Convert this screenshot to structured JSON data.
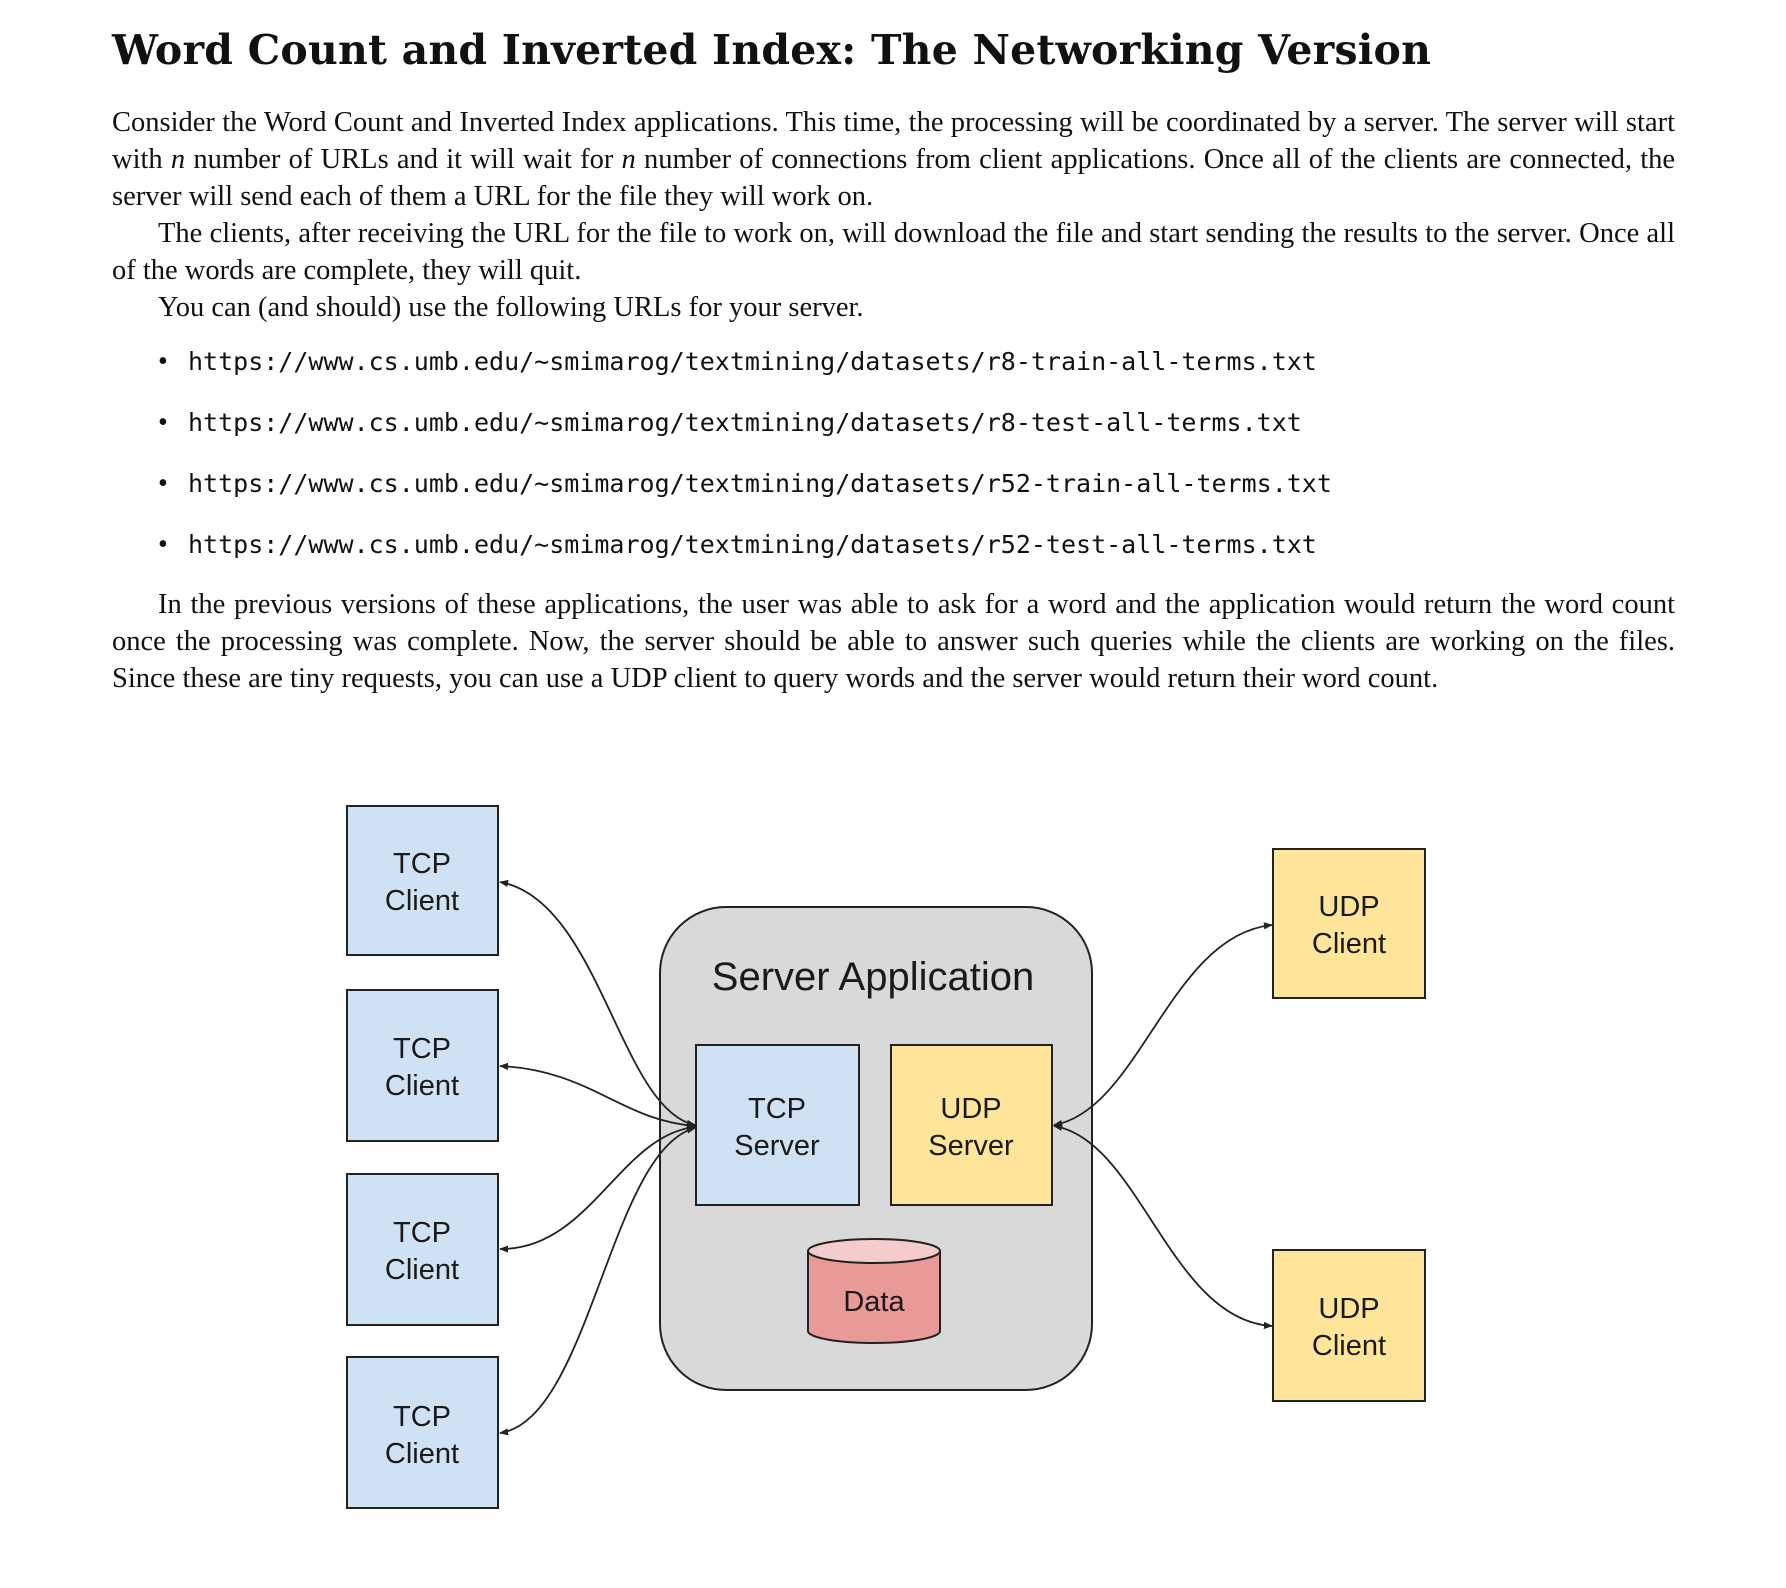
{
  "title": "Word Count and Inverted Index: The Networking Version",
  "paragraphs": {
    "p1_a": "Consider the Word Count and Inverted Index applications. This time, the processing will be coordinated by a server. The server will start with ",
    "p1_n1": "n",
    "p1_b": " number of URLs and it will wait for ",
    "p1_n2": "n",
    "p1_c": " number of connections from client applications. Once all of the clients are connected, the server will send each of them a URL for the file they will work on.",
    "p2": "The clients, after receiving the URL for the file to work on, will download the file and start sending the results to the server. Once all of the words are complete, they will quit.",
    "p3": "You can (and should) use the following URLs for your server.",
    "p4": "In the previous versions of these applications, the user was able to ask for a word and the application would return the word count once the processing was complete. Now, the server should be able to answer such queries while the clients are working on the files. Since these are tiny requests, you can use a UDP client to query words and the server would return their word count."
  },
  "urls": [
    "https://www.cs.umb.edu/~smimarog/textmining/datasets/r8-train-all-terms.txt",
    "https://www.cs.umb.edu/~smimarog/textmining/datasets/r8-test-all-terms.txt",
    "https://www.cs.umb.edu/~smimarog/textmining/datasets/r52-train-all-terms.txt",
    "https://www.cs.umb.edu/~smimarog/textmining/datasets/r52-test-all-terms.txt"
  ],
  "bullet": "•",
  "diagram": {
    "server_app_label": "Server Application",
    "tcp_server": [
      "TCP",
      "Server"
    ],
    "udp_server": [
      "UDP",
      "Server"
    ],
    "data_label": "Data",
    "tcp_client": [
      "TCP",
      "Client"
    ],
    "udp_client": [
      "UDP",
      "Client"
    ],
    "colors": {
      "blue_box": "#cfe2f3",
      "yellow_box": "#ffe599",
      "server_bg": "#d9d9d9",
      "data_body": "#ea9999",
      "data_top": "#f4cccc",
      "stroke": "#222222"
    }
  }
}
